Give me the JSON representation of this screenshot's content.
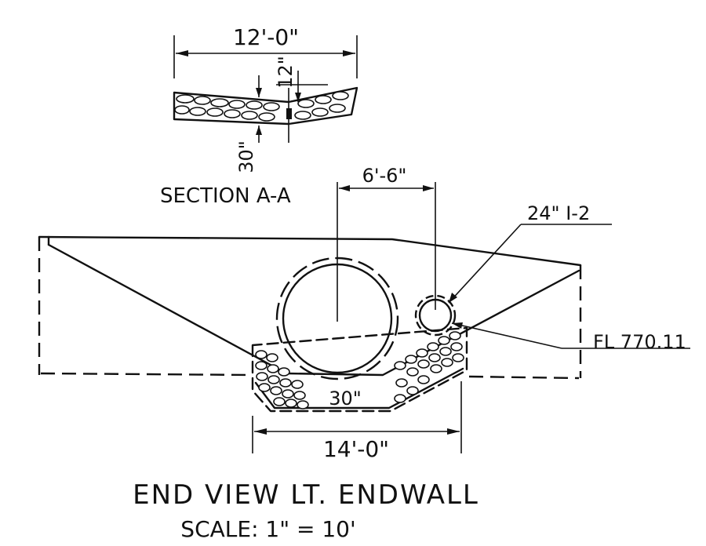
{
  "section": {
    "width_dim": "12'-0\"",
    "crown_dim": "12\"",
    "depth_dim": "30\"",
    "title": "SECTION A-A"
  },
  "end_view": {
    "offset_dim": "6'-6\"",
    "pipe_label": "24\" I-2",
    "flowline_label": "FL 770.11",
    "channel_dim": "30\"",
    "base_width_dim": "14'-0\""
  },
  "title": {
    "main": "END VIEW LT. ENDWALL",
    "scale": "SCALE: 1\" = 10'"
  }
}
